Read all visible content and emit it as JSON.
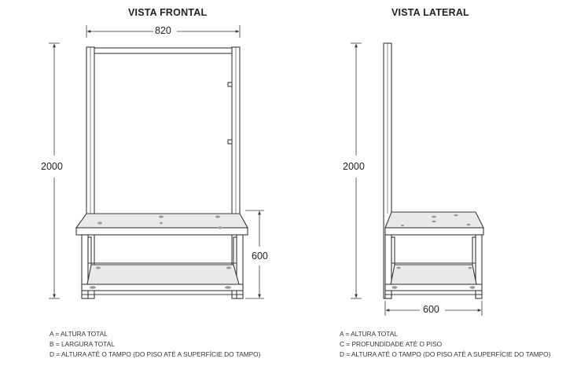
{
  "front": {
    "title": "VISTA FRONTAL",
    "width_dim": "820",
    "height_dim": "2000",
    "seat_height_dim": "600",
    "legend": [
      "A  =  ALTURA TOTAL",
      "B  =  LARGURA TOTAL",
      "D  =  ALTURA ATÉ O TAMPO (DO PISO ATÉ A SUPERFÍCIE DO TAMPO)"
    ]
  },
  "side": {
    "title": "VISTA LATERAL",
    "height_dim": "2000",
    "depth_dim": "600",
    "legend": [
      "A  =  ALTURA TOTAL",
      "C  =  PROFUNDIDADE ATÉ O PISO",
      "D  =  ALTURA ATÉ O TAMPO (DO PISO ATÉ A SUPERFÍCIE DO TAMPO)"
    ]
  },
  "colors": {
    "line": "#3a3a3a",
    "fill": "#e9e9e9",
    "hole": "#9a9a9a"
  }
}
